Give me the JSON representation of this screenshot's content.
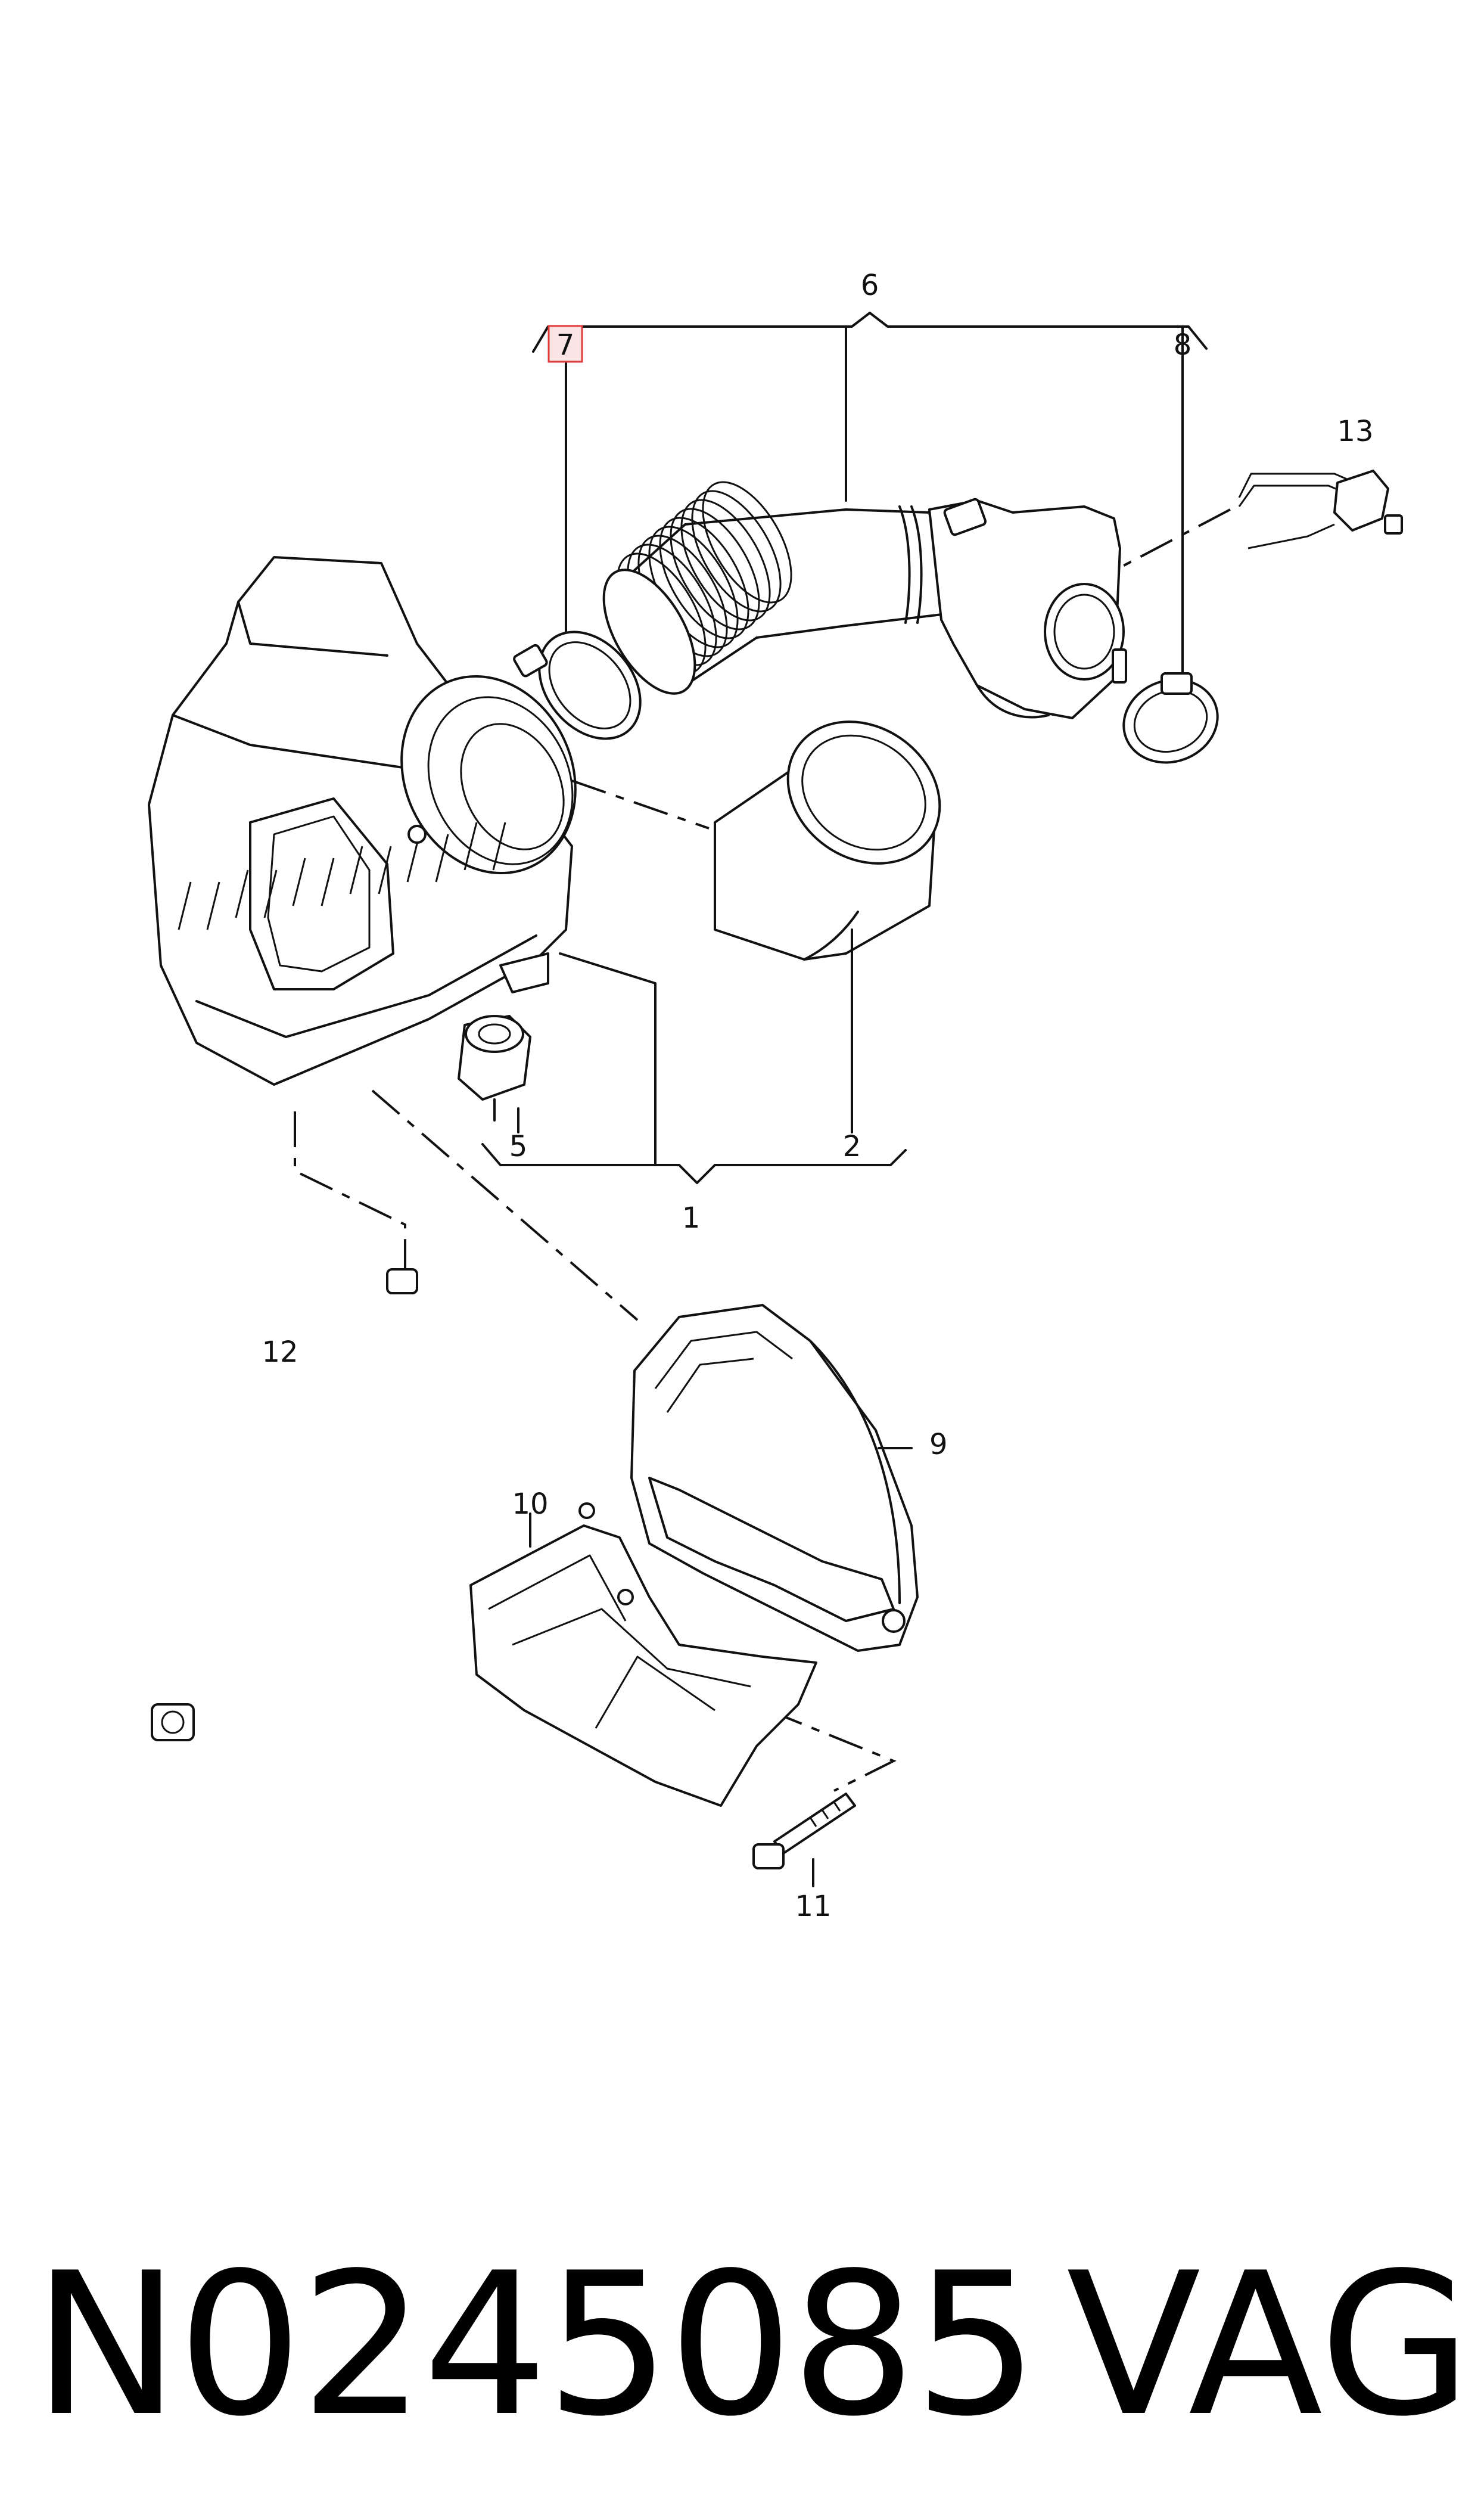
{
  "callouts": {
    "c1": "1",
    "c2": "2",
    "c5": "5",
    "c6": "6",
    "c7": "7",
    "c8": "8",
    "c9": "9",
    "c10": "10",
    "c11": "11",
    "c12": "12",
    "c13": "13"
  },
  "highlight_color": "#e03a3a",
  "footer": {
    "part_number": "N0245085",
    "brand": "VAG"
  }
}
